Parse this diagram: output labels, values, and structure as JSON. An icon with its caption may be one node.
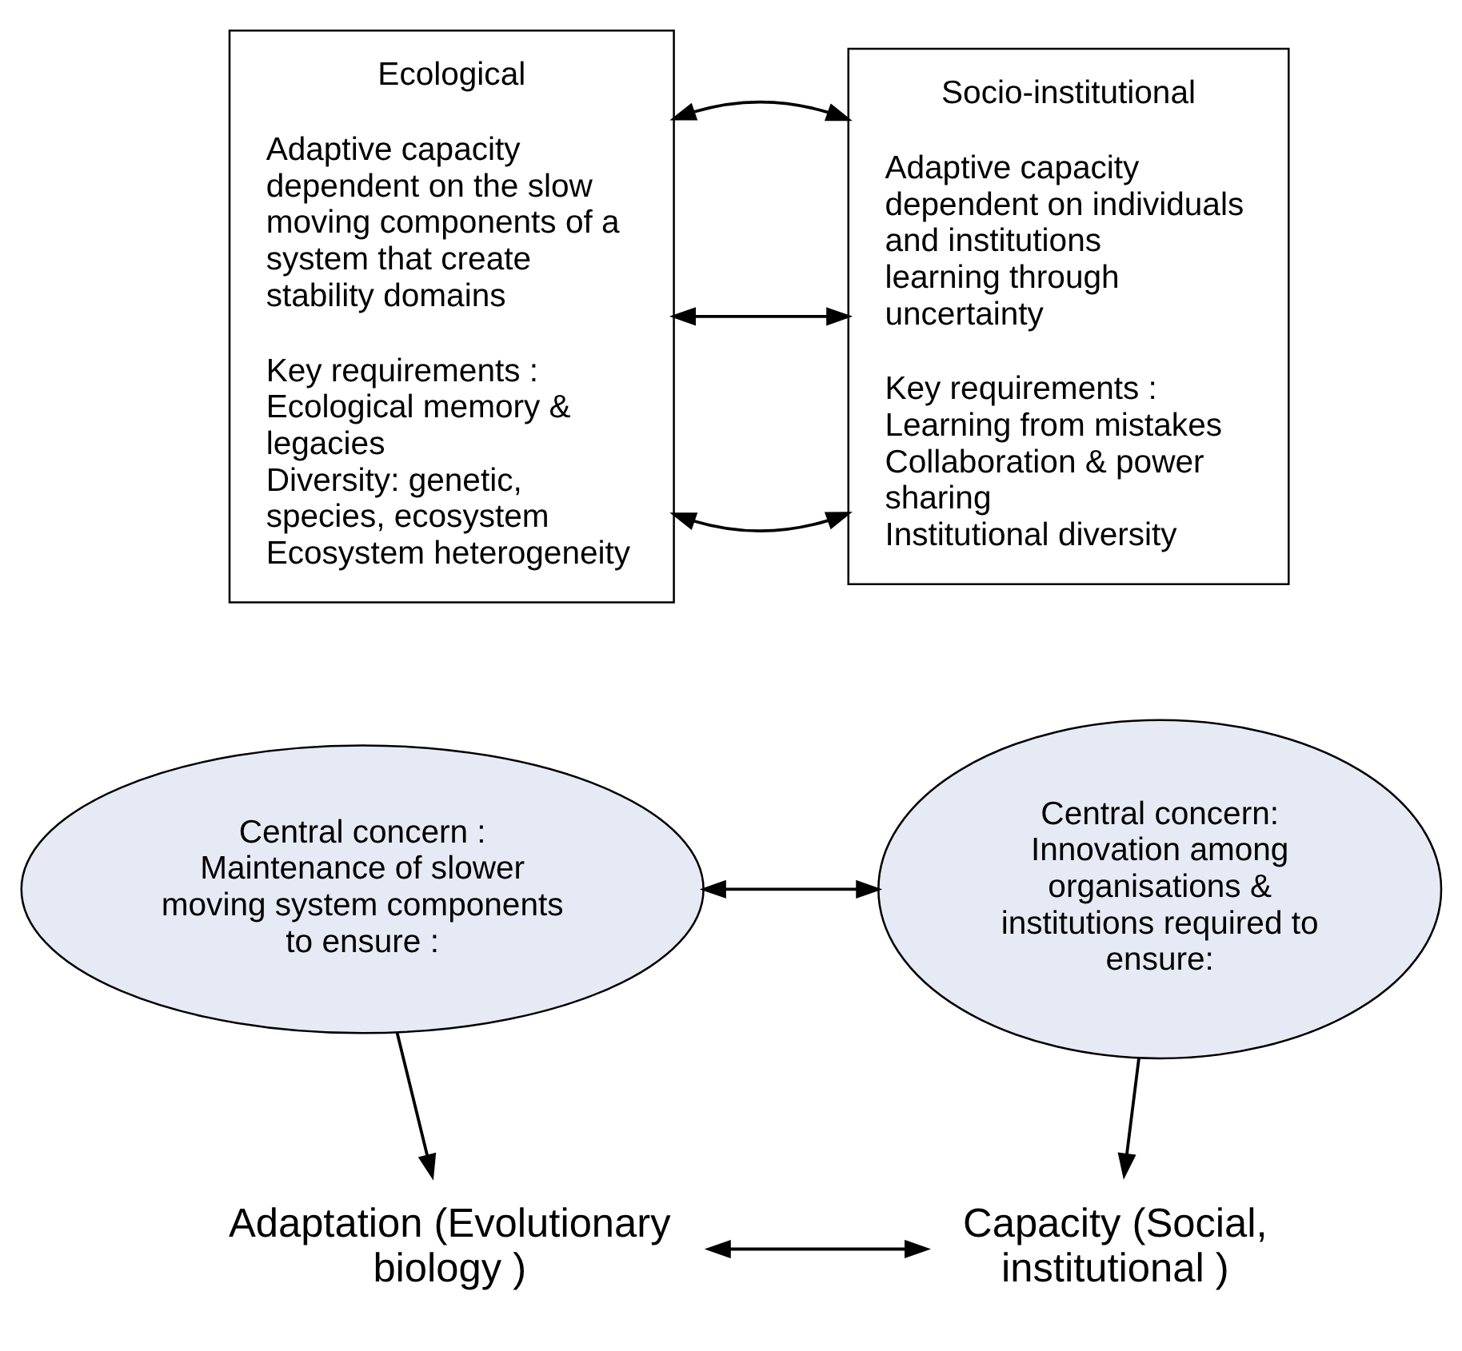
{
  "diagram": {
    "nodes": [
      {
        "text": [
          "Ecological",
          "Adaptive capacity dependent on the slow moving components of a system that create stability domains",
          "Key requirements :",
          "Ecological memory & legacies",
          "Diversity: genetic, species, ecosystem",
          "Ecosystem heterogeneity"
        ]
      },
      {
        "text": [
          "Socio-institutional",
          "Adaptive capacity dependent on individuals and institutions learning through uncertainty",
          "Key requirements :",
          "Learning from mistakes",
          "Collaboration & power sharing",
          "Institutional diversity"
        ]
      },
      {
        "text": [
          "Central concern : Maintenance of slower moving system components to ensure :"
        ]
      },
      {
        "text": [
          "Central concern: Innovation among organisations & institutions required to ensure:"
        ]
      },
      {
        "text": [
          "Adaptation (Evolutionary biology )"
        ]
      },
      {
        "text": [
          "Capacity (Social, institutional )"
        ]
      }
    ],
    "edges": [
      {
        "from": 0,
        "to": 1,
        "arrow": "both"
      },
      {
        "from": 0,
        "to": 1,
        "arrow": "both"
      },
      {
        "from": 0,
        "to": 1,
        "arrow": "both"
      },
      {
        "from": 2,
        "to": 3,
        "arrow": "both"
      },
      {
        "from": 2,
        "to": 4,
        "arrow": "to"
      },
      {
        "from": 3,
        "to": 5,
        "arrow": "to"
      },
      {
        "from": 4,
        "to": 5,
        "arrow": "both"
      }
    ]
  }
}
